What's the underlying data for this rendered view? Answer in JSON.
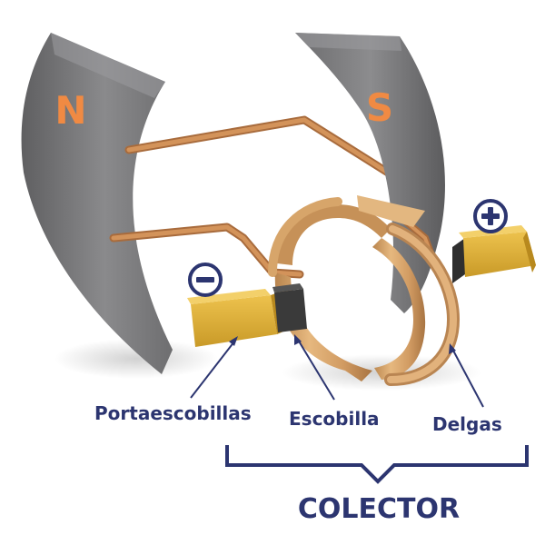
{
  "magnets": {
    "north_label": "N",
    "south_label": "S",
    "label_color": "#f08a43"
  },
  "terminals": {
    "negative_symbol": "−",
    "positive_symbol": "+"
  },
  "labels": {
    "brush_holder": "Portaescobillas",
    "brush": "Escobilla",
    "segments": "Delgas",
    "collector": "COLECTOR"
  },
  "colors": {
    "label_color": "#2c3570",
    "magnet": "#7b7b7d",
    "copper": "#c8874f",
    "commutator": "#d7a56a",
    "brush_holder": "#e0b23c",
    "brush": "#3a3a3a"
  }
}
